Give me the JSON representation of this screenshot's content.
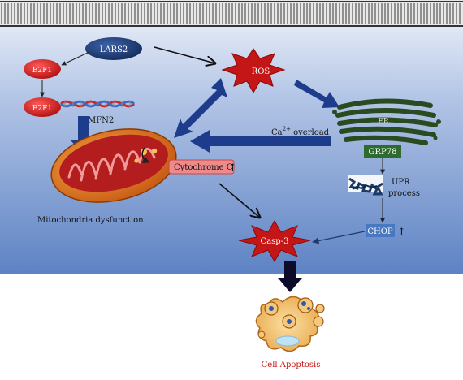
{
  "nodes": {
    "lars2": "LARS2",
    "e2f1_top": "E2F1",
    "e2f1_dna": "E2F1",
    "mfn2": "MFN2",
    "ros": "ROS",
    "er": "ER",
    "grp78": "GRP78",
    "upr_line1": "UPR",
    "upr_line2": "process",
    "chop": "CHOP",
    "chop_arrow": "↑",
    "cytochrome": "Cytochrome C",
    "cytochrome_arrow": "↑",
    "mito_label": "Mitochondria dysfunction",
    "casp3": "Casp-3",
    "ca_label": "Ca",
    "ca_sup": "2+",
    "ca_rest": " overload",
    "apoptosis": "Cell Apoptosis"
  },
  "colors": {
    "red_node": "#d31a1a",
    "navy_node": "#1f3f7a",
    "arrow_blue": "#1d3c8c",
    "er_green": "#2a4a20",
    "grp_green": "#2e6b2e",
    "chop_blue": "#4878c0",
    "apoptosis_red": "#cc1111"
  }
}
